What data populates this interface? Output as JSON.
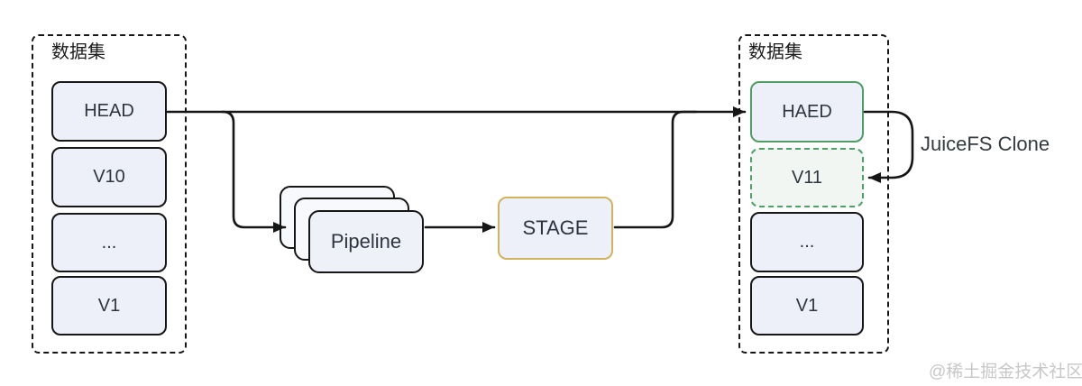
{
  "diagram": {
    "source_dataset": {
      "label": "数据集",
      "versions": [
        "HEAD",
        "V10",
        "...",
        "V1"
      ]
    },
    "pipeline_label": "Pipeline",
    "stage_label": "STAGE",
    "cloned_dataset": {
      "label": "数据集",
      "versions": [
        "HAED",
        "V11",
        "...",
        "V1"
      ]
    },
    "clone_annotation": "JuiceFS Clone",
    "watermark": "@稀土掘金技术社区",
    "colors": {
      "box_fill": "#edf0f8",
      "box_border": "#161616",
      "highlight_green": "#4e9e63",
      "clone_green_dashed": "#4da167",
      "stage_gold": "#d3b25e",
      "arrow": "#161616",
      "text": "#2e3440",
      "watermark": "#c7c7c7"
    }
  }
}
